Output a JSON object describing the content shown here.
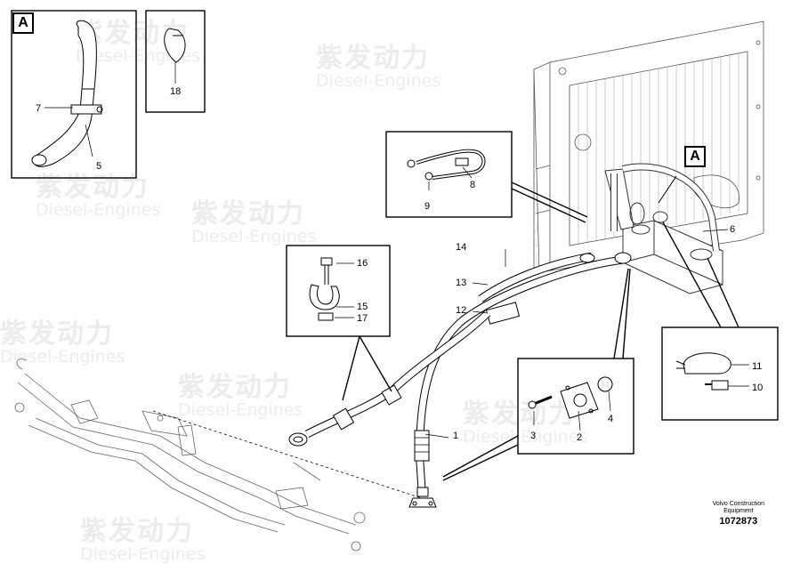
{
  "watermark": {
    "chinese": "紫发动力",
    "english": "Diesel-Engines"
  },
  "detail_label": "A",
  "callouts": {
    "c1": "1",
    "c2": "2",
    "c3": "3",
    "c4": "4",
    "c5": "5",
    "c6": "6",
    "c7": "7",
    "c8": "8",
    "c9": "9",
    "c10": "10",
    "c11": "11",
    "c12": "12",
    "c13": "13",
    "c14": "14",
    "c15": "15",
    "c16": "16",
    "c17": "17",
    "c18": "18"
  },
  "caption": {
    "line1": "Volvo Construction",
    "line2": "Equipment",
    "part_number": "1072873"
  }
}
